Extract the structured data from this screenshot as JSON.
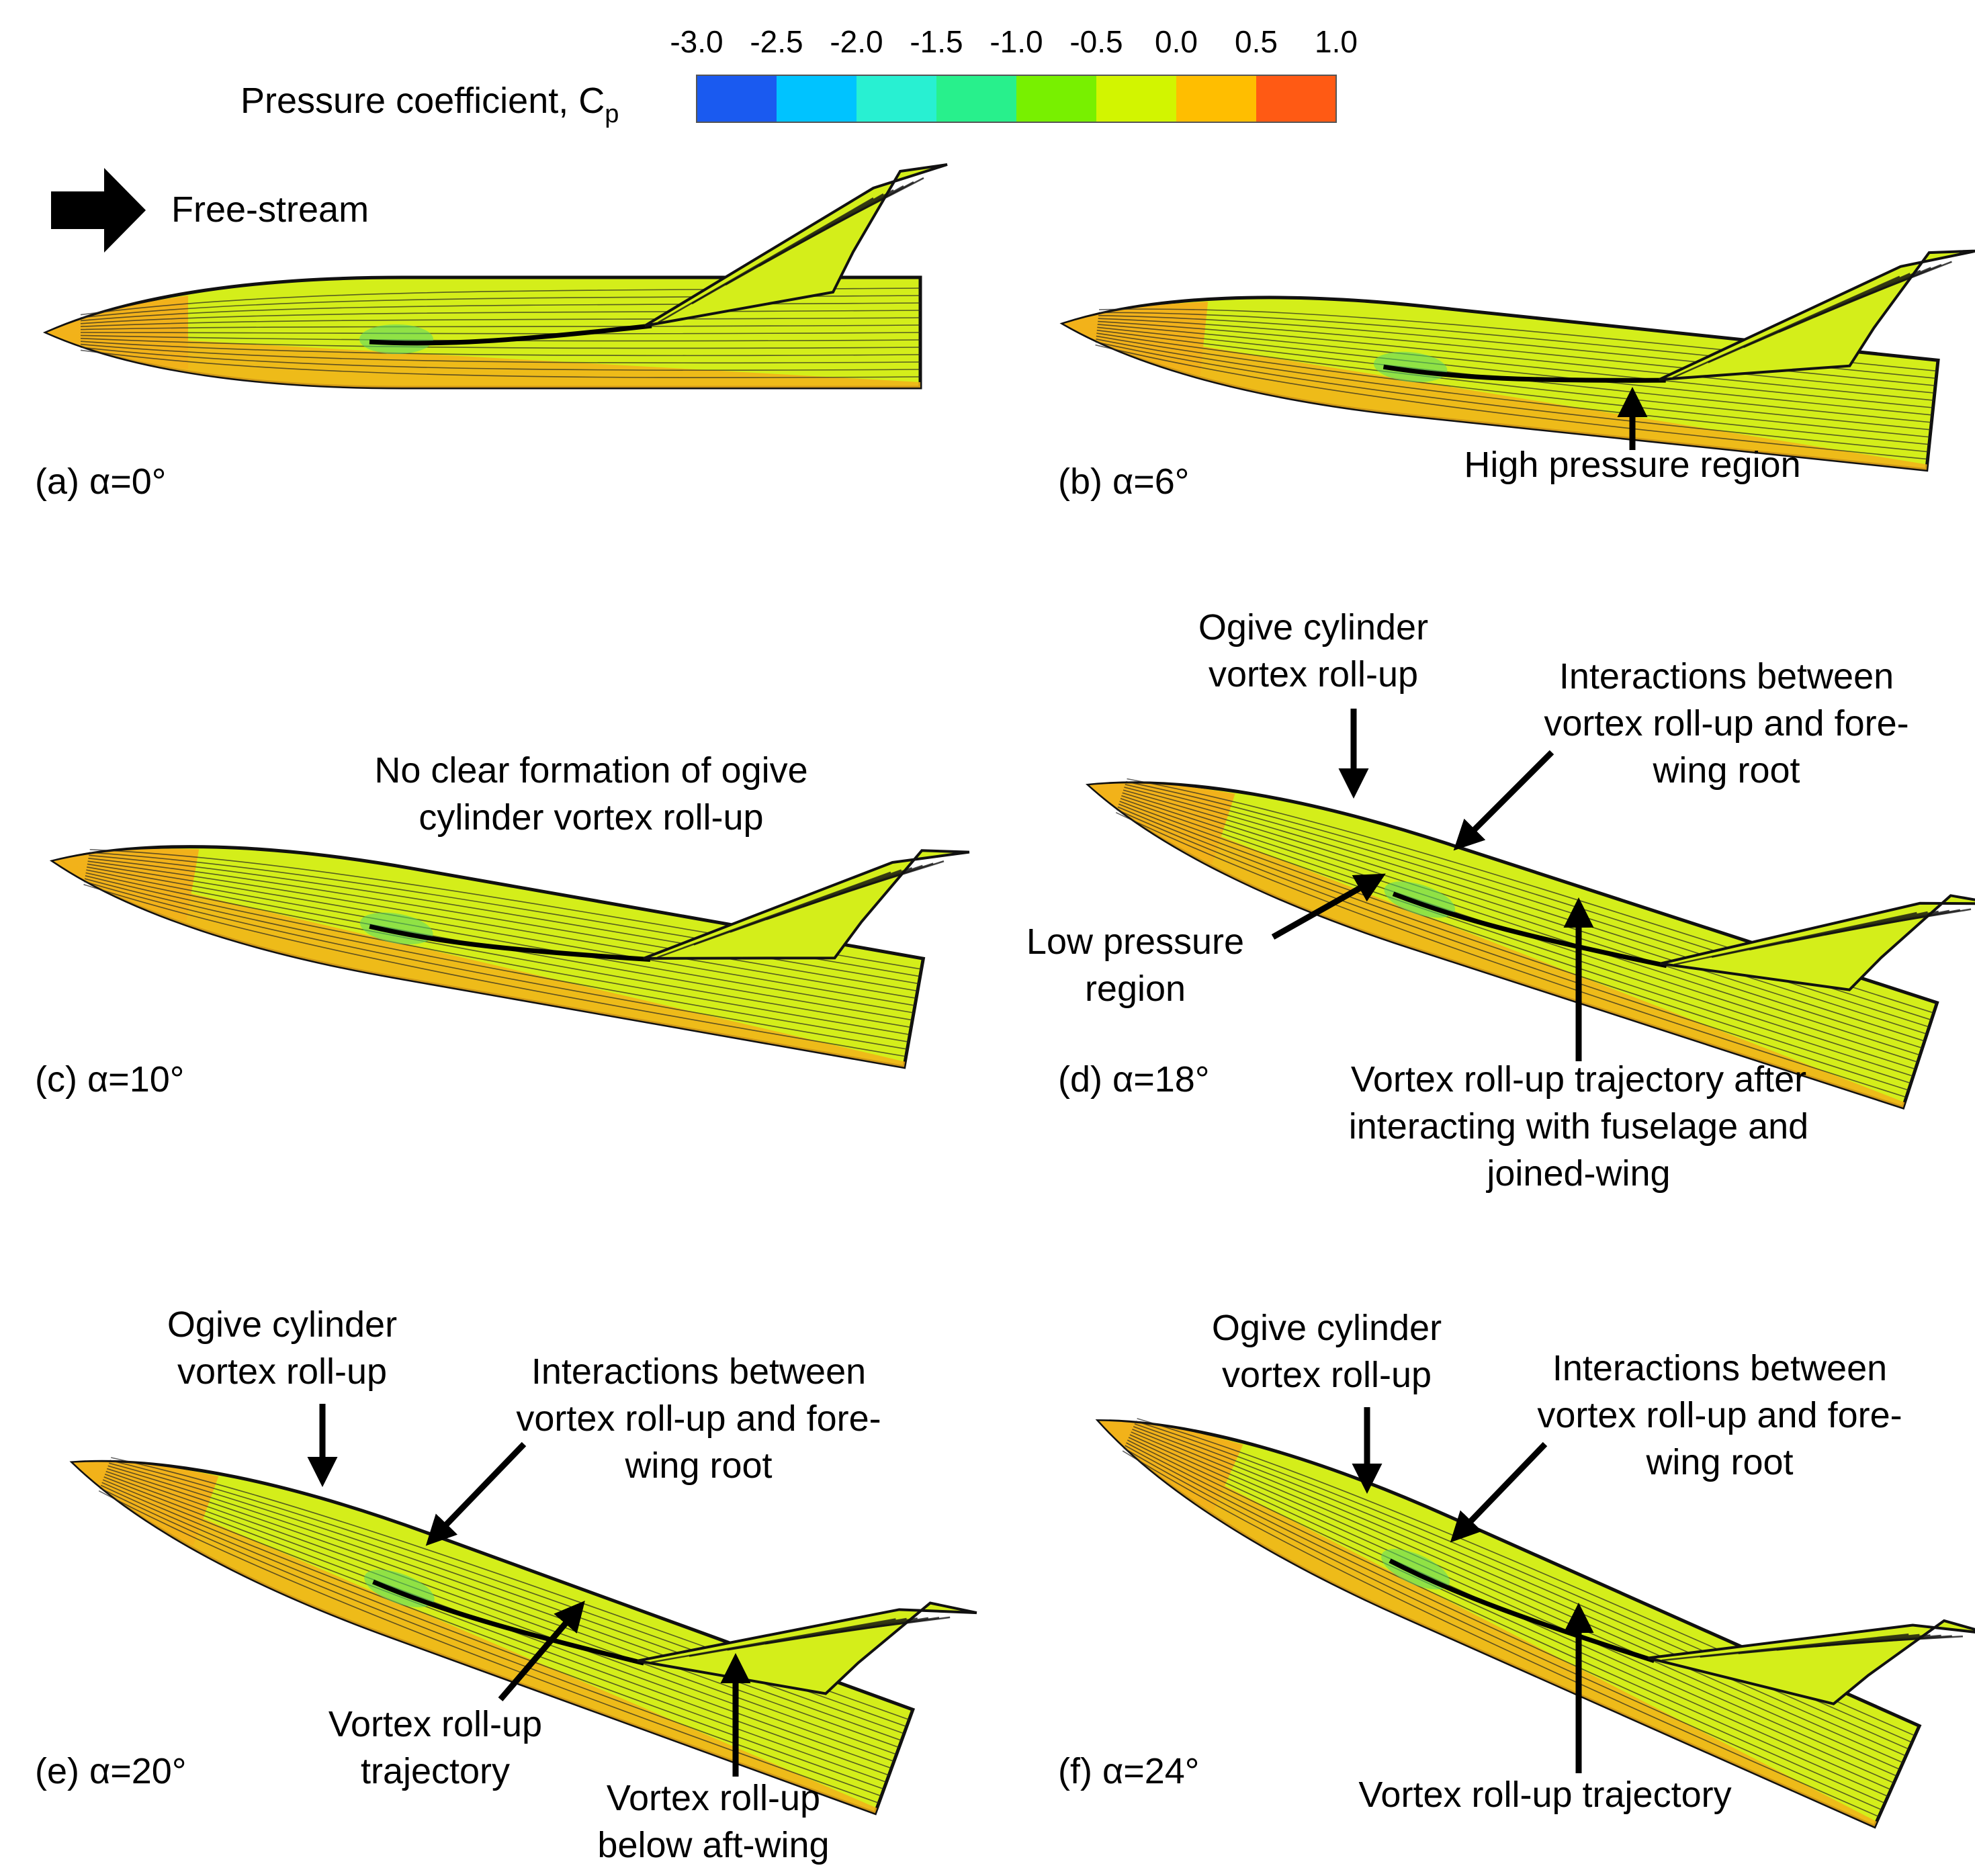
{
  "colorbar": {
    "title": "Pressure coefficient, C",
    "title_sub": "p",
    "ticks": [
      "-3.0",
      "-2.5",
      "-2.0",
      "-1.5",
      "-1.0",
      "-0.5",
      "0.0",
      "0.5",
      "1.0"
    ],
    "colors": [
      "#1a5af0",
      "#00c3ff",
      "#28f0d2",
      "#28f08c",
      "#78f000",
      "#d2f500",
      "#ffbe00",
      "#ff5a14"
    ]
  },
  "freestream_label": "Free-stream",
  "surface_color": "#d4ee1a",
  "stagnation_color": "#f2b21a",
  "panels": {
    "a": {
      "label": "(a) α=0°"
    },
    "b": {
      "label": "(b) α=6°",
      "notes": [
        "High pressure region"
      ]
    },
    "c": {
      "label": "(c) α=10°",
      "notes": [
        "No clear formation of ogive",
        "cylinder vortex roll-up"
      ]
    },
    "d": {
      "label": "(d) α=18°",
      "notes": [
        "Ogive cylinder",
        "vortex roll-up",
        "Interactions between",
        "vortex roll-up and fore-",
        "wing root",
        "Low pressure",
        "region",
        "Vortex roll-up trajectory after",
        "interacting with fuselage and",
        "joined-wing"
      ]
    },
    "e": {
      "label": "(e) α=20°",
      "notes": [
        "Ogive cylinder",
        "vortex roll-up",
        "Interactions between",
        "vortex roll-up and fore-",
        "wing root",
        "Vortex roll-up",
        "trajectory",
        "Vortex roll-up",
        "below aft-wing"
      ]
    },
    "f": {
      "label": "(f) α=24°",
      "notes": [
        "Ogive cylinder",
        "vortex roll-up",
        "Interactions between",
        "vortex roll-up and fore-",
        "wing root",
        "Vortex roll-up trajectory"
      ]
    }
  }
}
